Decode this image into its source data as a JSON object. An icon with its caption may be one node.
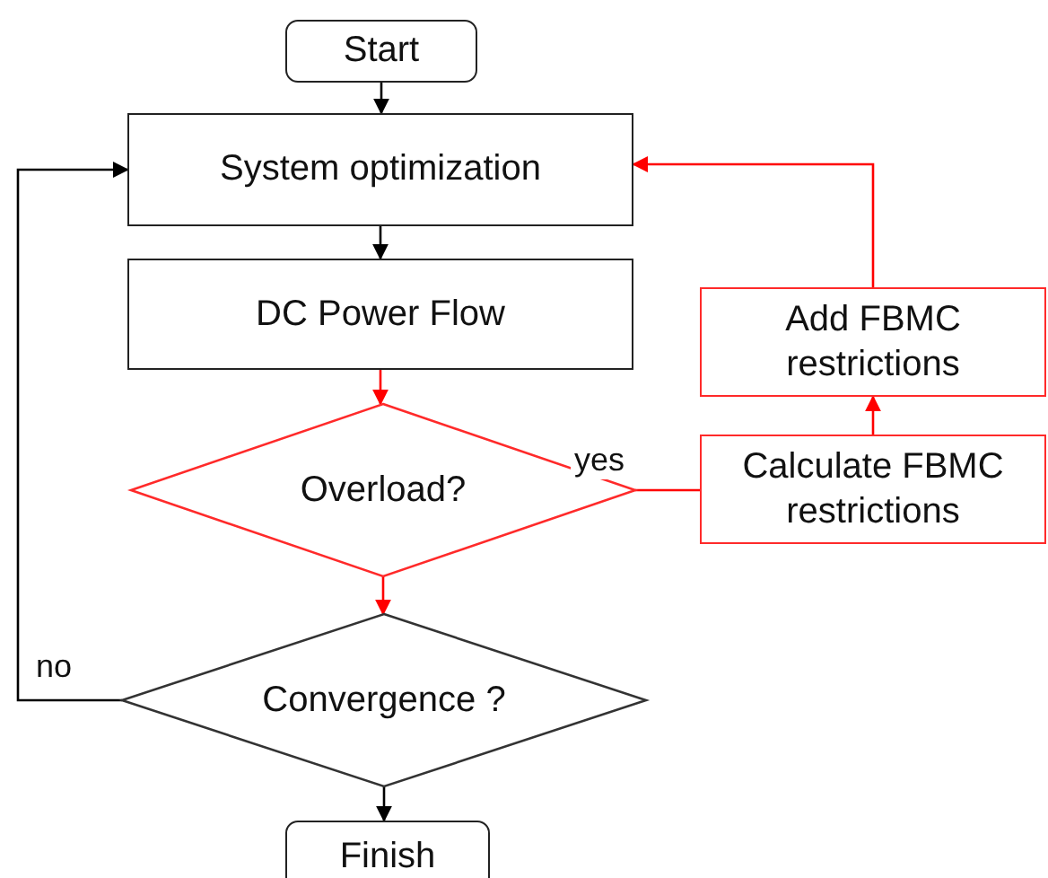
{
  "diagram": {
    "nodes": [
      {
        "text": [
          "Start"
        ]
      },
      {
        "text": [
          "System optimization"
        ]
      },
      {
        "text": [
          "DC Power Flow"
        ]
      },
      {
        "text": [
          "Overload?"
        ]
      },
      {
        "text": [
          "Calculate FBMC restrictions"
        ]
      },
      {
        "text": [
          "Add FBMC restrictions"
        ]
      },
      {
        "text": [
          "Convergence ?"
        ]
      },
      {
        "text": [
          "Finish"
        ]
      }
    ],
    "edges": [
      {
        "from": 0,
        "to": 1,
        "arrow": "to",
        "color": "#000000"
      },
      {
        "from": 1,
        "to": 2,
        "arrow": "to",
        "color": "#000000"
      },
      {
        "from": 2,
        "to": 3,
        "arrow": "to",
        "color": "#ff0000"
      },
      {
        "from": 3,
        "to": 6,
        "arrow": "to",
        "color": "#ff0000"
      },
      {
        "from": 3,
        "to": 4,
        "arrow": "none",
        "label": "yes",
        "color": "#ff0000"
      },
      {
        "from": 4,
        "to": 5,
        "arrow": "to",
        "color": "#ff0000"
      },
      {
        "from": 5,
        "to": 1,
        "arrow": "to",
        "color": "#ff0000"
      },
      {
        "from": 6,
        "to": 1,
        "arrow": "to",
        "label": "no",
        "color": "#000000"
      },
      {
        "from": 6,
        "to": 7,
        "arrow": "to",
        "color": "#000000"
      }
    ]
  }
}
